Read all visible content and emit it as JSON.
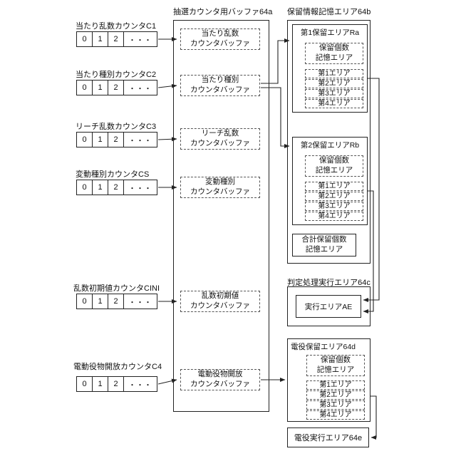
{
  "figure": {
    "buffer_area_title": "抽選カウンタ用バッファ64a",
    "storage_area_title": "保留情報記憶エリア64b",
    "counters": [
      {
        "label": "当たり乱数カウンタC1",
        "cells": [
          "0",
          "1",
          "2",
          "・・・"
        ]
      },
      {
        "label": "当たり種別カウンタC2",
        "cells": [
          "0",
          "1",
          "2",
          "・・・"
        ]
      },
      {
        "label": "リーチ乱数カウンタC3",
        "cells": [
          "0",
          "1",
          "2",
          "・・・"
        ]
      },
      {
        "label": "変動種別カウンタCS",
        "cells": [
          "0",
          "1",
          "2",
          "・・・"
        ]
      },
      {
        "label": "乱数初期値カウンタCINI",
        "cells": [
          "0",
          "1",
          "2",
          "・・・"
        ]
      },
      {
        "label": "電動役物開放カウンタC4",
        "cells": [
          "0",
          "1",
          "2",
          "・・・"
        ]
      }
    ],
    "buffers": [
      {
        "line1": "当たり乱数",
        "line2": "カウンタバッファ"
      },
      {
        "line1": "当たり種別",
        "line2": "カウンタバッファ"
      },
      {
        "line1": "リーチ乱数",
        "line2": "カウンタバッファ"
      },
      {
        "line1": "変動種別",
        "line2": "カウンタバッファ"
      },
      {
        "line1": "乱数初期値",
        "line2": "カウンタバッファ"
      },
      {
        "line1": "電動役物開放",
        "line2": "カウンタバッファ"
      }
    ],
    "hold1": {
      "title": "第1保留エリアRa",
      "count_line1": "保留個数",
      "count_line2": "記憶エリア",
      "slots": [
        "第1エリア",
        "第2エリア",
        "第3エリア",
        "第4エリア"
      ]
    },
    "hold2": {
      "title": "第2保留エリアRb",
      "count_line1": "保留個数",
      "count_line2": "記憶エリア",
      "slots": [
        "第1エリア",
        "第2エリア",
        "第3エリア",
        "第4エリア"
      ]
    },
    "total_count": {
      "line1": "合計保留個数",
      "line2": "記憶エリア"
    },
    "judge": {
      "title": "判定処理実行エリア64c",
      "exec_label": "実行エリアAE"
    },
    "den_hold": {
      "title": "電役保留エリア64d",
      "count_line1": "保留個数",
      "count_line2": "記憶エリア",
      "slots": [
        "第1エリア",
        "第2エリア",
        "第3エリア",
        "第4エリア"
      ]
    },
    "den_exec_title": "電役実行エリア64e"
  }
}
